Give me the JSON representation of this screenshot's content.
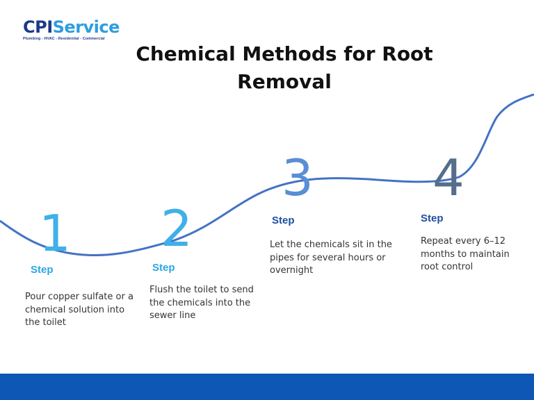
{
  "logo": {
    "cpi": "CPI",
    "service": "Service",
    "tagline": "Plumbing - HVAC - Residential - Commercial"
  },
  "title": "Chemical Methods for Root Removal",
  "steps": [
    {
      "number": "1",
      "label": "Step",
      "text": "Pour copper sulfate or a chemical solution into the toilet"
    },
    {
      "number": "2",
      "label": "Step",
      "text": "Flush the toilet to send the chemicals into the sewer line"
    },
    {
      "number": "3",
      "label": "Step",
      "text": "Let the chemicals sit in the pipes for several hours or overnight"
    },
    {
      "number": "4",
      "label": "Step",
      "text": "Repeat every 6–12 months to maintain root control"
    }
  ],
  "colors": {
    "curve": "#4472c4",
    "step1": "#3fb0e8",
    "step2": "#3fb0e8",
    "step3": "#5a8ed4",
    "step4": "#546e8c",
    "label_light": "#2aa6e3",
    "label_dark": "#1d4e9e",
    "footer": "#0f57b5"
  }
}
